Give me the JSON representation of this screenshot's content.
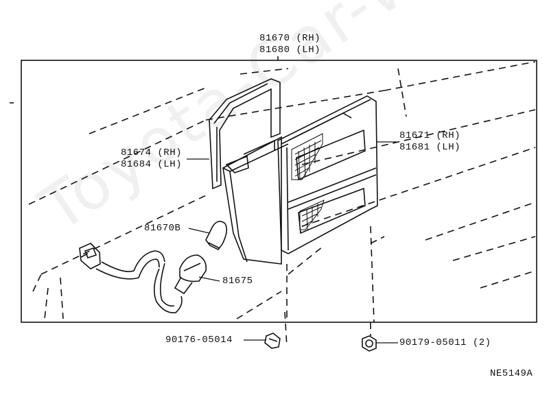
{
  "labels": {
    "assembly_rh": "81670 (RH)",
    "assembly_lh": "81680 (LH)",
    "gasket_rh": "81674 (RH)",
    "gasket_lh": "81684 (LH)",
    "lens_rh": "81671 (RH)",
    "lens_lh": "81681 (LH)",
    "bulb": "81670B",
    "socket": "81675",
    "screw_left": "90176-05014",
    "nut_right": "90179-05011 (2)",
    "diagram_code": "NE5149A"
  },
  "watermark": "Toyota-Car-Wire.ru"
}
